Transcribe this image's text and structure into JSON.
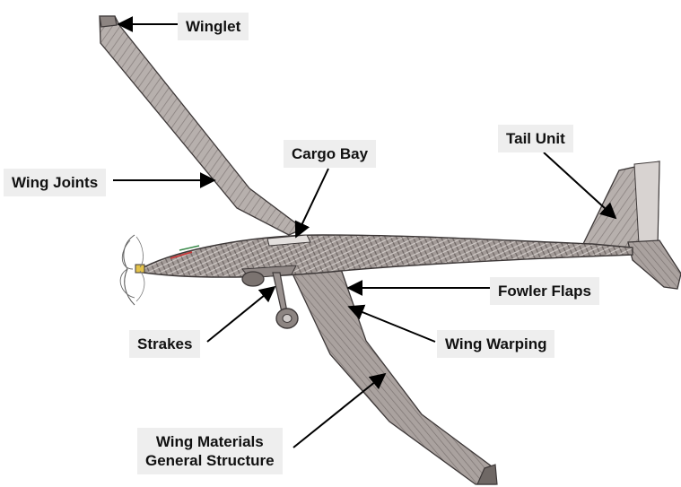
{
  "labels": {
    "winglet": "Winglet",
    "cargo_bay": "Cargo Bay",
    "tail_unit": "Tail Unit",
    "wing_joints": "Wing Joints",
    "fowler_flaps": "Fowler Flaps",
    "strakes": "Strakes",
    "wing_warping": "Wing Warping",
    "wing_materials": "Wing Materials",
    "general_structure": "General Structure"
  },
  "colors": {
    "label_background": "#eeeeee",
    "label_text": "#111111",
    "arrow": "#000000",
    "aircraft_fill": "#b5adaa",
    "aircraft_outline": "#3d3838"
  }
}
